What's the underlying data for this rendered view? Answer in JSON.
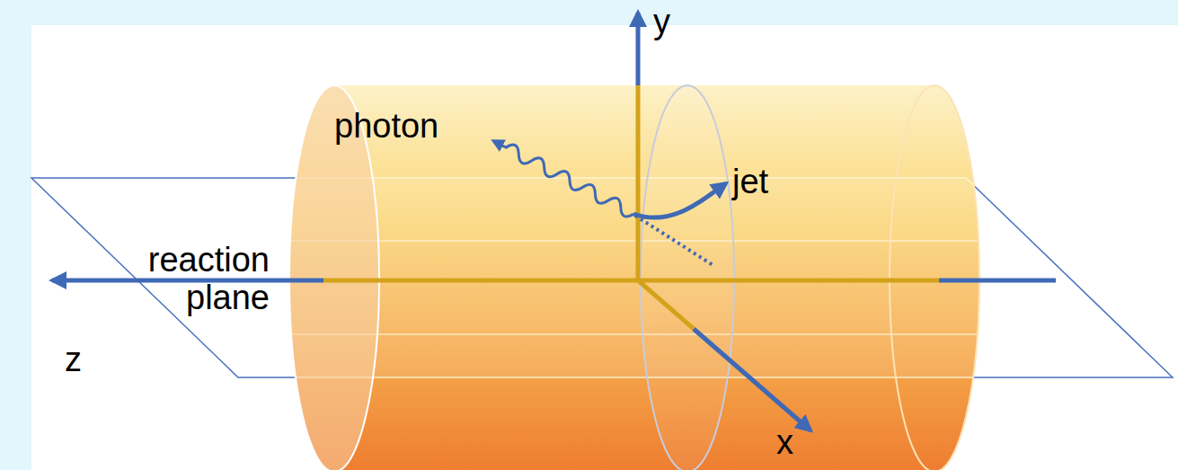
{
  "diagram": {
    "labels": [
      "y",
      "photon",
      "jet",
      "reaction plane",
      "z",
      "x"
    ]
  }
}
